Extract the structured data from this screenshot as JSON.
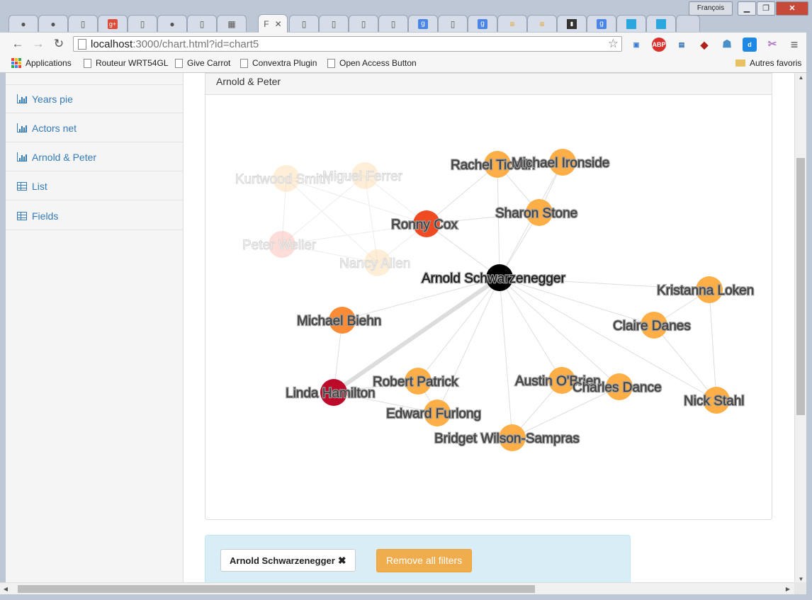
{
  "browser": {
    "user": "François",
    "active_tab_label": "F",
    "url_host": "localhost",
    "url_rest": ":3000/chart.html?id=chart5",
    "bookmarks": [
      "Applications",
      "Routeur WRT54GL",
      "Give Carrot",
      "Convextra Plugin",
      "Open Access Button"
    ],
    "other_bookmarks": "Autres favoris"
  },
  "sidebar": {
    "items": [
      {
        "label": "Years pie",
        "icon": "bar-chart-icon"
      },
      {
        "label": "Actors net",
        "icon": "bar-chart-icon"
      },
      {
        "label": "Arnold & Peter",
        "icon": "bar-chart-icon"
      },
      {
        "label": "List",
        "icon": "table-icon"
      },
      {
        "label": "Fields",
        "icon": "table-icon"
      }
    ]
  },
  "panel": {
    "title": "Arnold & Peter"
  },
  "chart_data": {
    "type": "network",
    "nodes": [
      {
        "id": "arnold",
        "label": "Arnold Schwarzenegger",
        "color": "#000000",
        "opacity": 1
      },
      {
        "id": "ronny",
        "label": "Ronny Cox",
        "color": "#f04a22",
        "opacity": 1
      },
      {
        "id": "linda",
        "label": "Linda Hamilton",
        "color": "#bd0a2a",
        "opacity": 1
      },
      {
        "id": "biehn",
        "label": "Michael Biehn",
        "color": "#fb8b35",
        "opacity": 1
      },
      {
        "id": "rachel",
        "label": "Rachel Ticotin",
        "color": "#fdae47",
        "opacity": 1
      },
      {
        "id": "ironside",
        "label": "Michael Ironside",
        "color": "#fdae47",
        "opacity": 1
      },
      {
        "id": "sharon",
        "label": "Sharon Stone",
        "color": "#fdae47",
        "opacity": 1
      },
      {
        "id": "kristanna",
        "label": "Kristanna Loken",
        "color": "#fdae47",
        "opacity": 1
      },
      {
        "id": "claire",
        "label": "Claire Danes",
        "color": "#fdae47",
        "opacity": 1
      },
      {
        "id": "nick",
        "label": "Nick Stahl",
        "color": "#fdae47",
        "opacity": 1
      },
      {
        "id": "austin",
        "label": "Austin O'Brien",
        "color": "#fdae47",
        "opacity": 1
      },
      {
        "id": "charles",
        "label": "Charles Dance",
        "color": "#fdae47",
        "opacity": 1
      },
      {
        "id": "bridget",
        "label": "Bridget Wilson-Sampras",
        "color": "#fdae47",
        "opacity": 1
      },
      {
        "id": "robert",
        "label": "Robert Patrick",
        "color": "#fdae47",
        "opacity": 1
      },
      {
        "id": "edward",
        "label": "Edward Furlong",
        "color": "#fdae47",
        "opacity": 1
      },
      {
        "id": "kurtwood",
        "label": "Kurtwood Smith",
        "color": "#fdd9a8",
        "opacity": 0.45
      },
      {
        "id": "miguel",
        "label": "Miguel Ferrer",
        "color": "#fdd9a8",
        "opacity": 0.45
      },
      {
        "id": "peter",
        "label": "Peter Weller",
        "color": "#fbb4a6",
        "opacity": 0.45
      },
      {
        "id": "nancy",
        "label": "Nancy Allen",
        "color": "#fdd9a8",
        "opacity": 0.45
      }
    ],
    "links": [
      {
        "source": "arnold",
        "target": "linda",
        "weight": 5
      },
      {
        "source": "arnold",
        "target": "ronny",
        "weight": 1
      },
      {
        "source": "arnold",
        "target": "biehn",
        "weight": 1
      },
      {
        "source": "arnold",
        "target": "rachel",
        "weight": 1
      },
      {
        "source": "arnold",
        "target": "ironside",
        "weight": 1
      },
      {
        "source": "arnold",
        "target": "sharon",
        "weight": 1
      },
      {
        "source": "arnold",
        "target": "kristanna",
        "weight": 1
      },
      {
        "source": "arnold",
        "target": "claire",
        "weight": 1
      },
      {
        "source": "arnold",
        "target": "nick",
        "weight": 1
      },
      {
        "source": "arnold",
        "target": "austin",
        "weight": 1
      },
      {
        "source": "arnold",
        "target": "charles",
        "weight": 1
      },
      {
        "source": "arnold",
        "target": "bridget",
        "weight": 1
      },
      {
        "source": "arnold",
        "target": "robert",
        "weight": 1
      },
      {
        "source": "arnold",
        "target": "edward",
        "weight": 1
      },
      {
        "source": "linda",
        "target": "biehn",
        "weight": 1
      },
      {
        "source": "linda",
        "target": "robert",
        "weight": 1
      },
      {
        "source": "linda",
        "target": "edward",
        "weight": 1
      },
      {
        "source": "robert",
        "target": "edward",
        "weight": 1
      },
      {
        "source": "ronny",
        "target": "rachel",
        "weight": 1
      },
      {
        "source": "ronny",
        "target": "sharon",
        "weight": 1
      },
      {
        "source": "rachel",
        "target": "ironside",
        "weight": 1
      },
      {
        "source": "rachel",
        "target": "sharon",
        "weight": 1
      },
      {
        "source": "ironside",
        "target": "sharon",
        "weight": 1
      },
      {
        "source": "kristanna",
        "target": "claire",
        "weight": 1
      },
      {
        "source": "kristanna",
        "target": "nick",
        "weight": 1
      },
      {
        "source": "claire",
        "target": "nick",
        "weight": 1
      },
      {
        "source": "austin",
        "target": "charles",
        "weight": 1
      },
      {
        "source": "austin",
        "target": "bridget",
        "weight": 1
      },
      {
        "source": "charles",
        "target": "bridget",
        "weight": 1
      },
      {
        "source": "ronny",
        "target": "peter",
        "weight": 1
      },
      {
        "source": "ronny",
        "target": "nancy",
        "weight": 1
      },
      {
        "source": "ronny",
        "target": "kurtwood",
        "weight": 1
      },
      {
        "source": "ronny",
        "target": "miguel",
        "weight": 1
      },
      {
        "source": "kurtwood",
        "target": "miguel",
        "weight": 1
      },
      {
        "source": "kurtwood",
        "target": "peter",
        "weight": 1
      },
      {
        "source": "kurtwood",
        "target": "nancy",
        "weight": 1
      },
      {
        "source": "miguel",
        "target": "peter",
        "weight": 1
      },
      {
        "source": "miguel",
        "target": "nancy",
        "weight": 1
      },
      {
        "source": "peter",
        "target": "nancy",
        "weight": 1
      }
    ]
  },
  "filters": {
    "active_filter": "Arnold Schwarzenegger",
    "remove_label": "Remove all filters"
  }
}
